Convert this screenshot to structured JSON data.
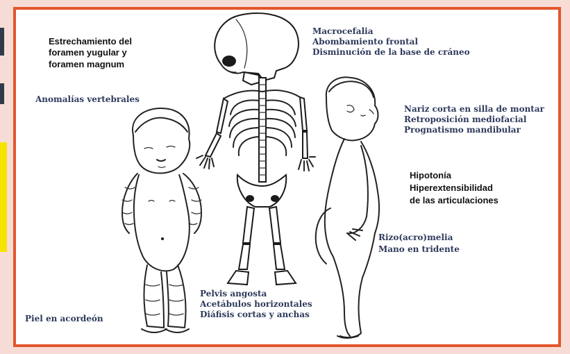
{
  "colors": {
    "frame": "#e2572d",
    "background_outer": "#f7dcd6",
    "label_blue": "#2d3a5b",
    "label_black": "#111111",
    "edge_yellow": "#f6e400"
  },
  "labels": {
    "foramen": [
      "Estrechamiento del",
      "foramen yugular y",
      "foramen magnum"
    ],
    "vertebrales": "Anomalías vertebrales",
    "craneo": [
      "Macrocefalia",
      "Abombamiento frontal",
      "Disminución de la base de cráneo"
    ],
    "nariz": [
      "Nariz corta en silla de montar",
      "Retroposición mediofacial",
      "Prognatismo mandibular"
    ],
    "hipotonia": [
      "Hipotonía",
      "Hiperextensibilidad",
      "de las articulaciones"
    ],
    "rizo": [
      "Rizo(acro)melia",
      "Mano en tridente"
    ],
    "pelvis": [
      "Pelvis angosta",
      "Acetábulos horizontales",
      "Diáfisis cortas y anchas"
    ],
    "piel": "Piel en acordeón"
  },
  "illustrations": {
    "skeleton": "skeleton-illustration",
    "child_front": "child-front-illustration",
    "child_profile": "child-profile-illustration"
  }
}
